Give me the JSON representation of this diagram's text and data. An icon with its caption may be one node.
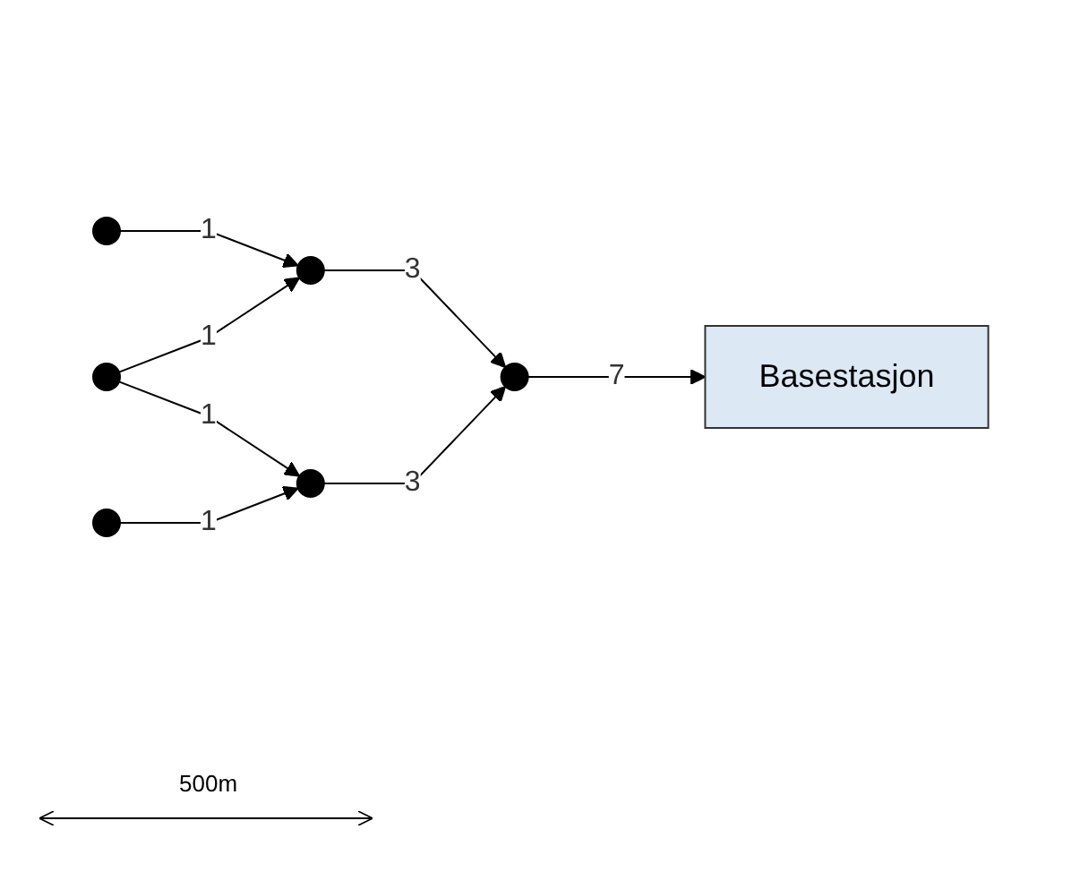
{
  "diagram": {
    "nodes": [
      {
        "text": [],
        "shape": "circle"
      },
      {
        "text": [],
        "shape": "circle"
      },
      {
        "text": [],
        "shape": "circle"
      },
      {
        "text": [],
        "shape": "circle"
      },
      {
        "text": [],
        "shape": "circle"
      },
      {
        "text": [],
        "shape": "circle"
      },
      {
        "text": [
          "Basestasjon"
        ]
      }
    ],
    "edges": [
      {
        "from": 0,
        "to": 3,
        "label": "1",
        "arrow": "to"
      },
      {
        "from": 1,
        "to": 3,
        "label": "1",
        "arrow": "to"
      },
      {
        "from": 1,
        "to": 4,
        "label": "1",
        "arrow": "to"
      },
      {
        "from": 2,
        "to": 4,
        "label": "1",
        "arrow": "to"
      },
      {
        "from": 3,
        "to": 5,
        "label": "3",
        "arrow": "to"
      },
      {
        "from": 4,
        "to": 5,
        "label": "3",
        "arrow": "to"
      },
      {
        "from": 5,
        "to": 6,
        "label": "7",
        "arrow": "to"
      }
    ],
    "labels": [
      "500m"
    ]
  }
}
